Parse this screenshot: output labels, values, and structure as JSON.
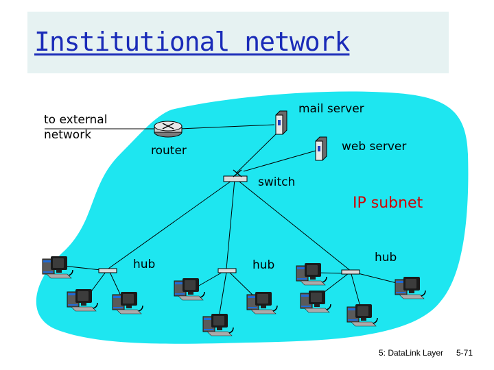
{
  "title": "Institutional network",
  "labels": {
    "external": "to external network",
    "router": "router",
    "mail_server": "mail server",
    "web_server": "web server",
    "switch": "switch",
    "ip_subnet": "IP subnet",
    "hub_left": "hub",
    "hub_middle": "hub",
    "hub_right": "hub"
  },
  "footer": {
    "chapter": "5: DataLink Layer",
    "page": "5-71"
  },
  "colors": {
    "title": "#1a2bb8",
    "subnet_fill": "#1ee6f0",
    "ip_subnet_label": "#d10000"
  },
  "icons": [
    "router-icon",
    "server-icon",
    "switch-icon",
    "hub-icon",
    "workstation-icon"
  ]
}
